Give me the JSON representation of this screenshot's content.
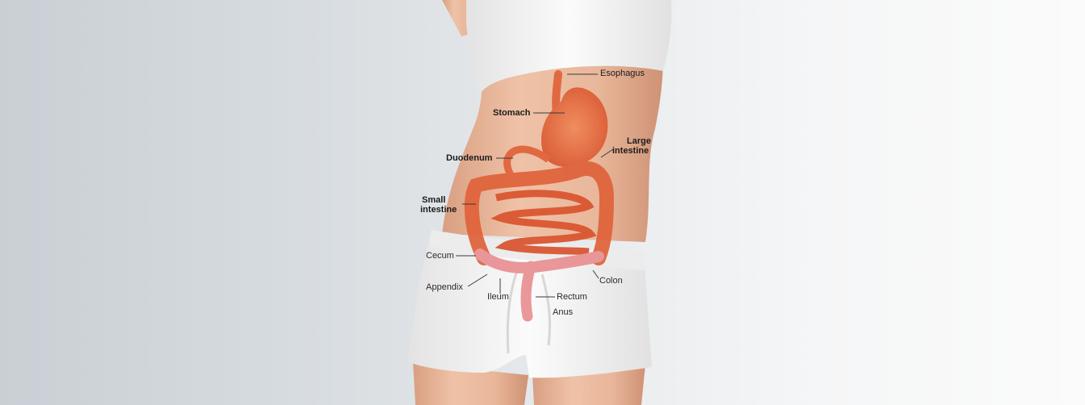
{
  "labels": {
    "esophagus": "Esophagus",
    "stomach": "Stomach",
    "large_intestine_line1": "Large",
    "large_intestine_line2": "intestine",
    "duodenum": "Duodenum",
    "small_intestine_line1": "Small",
    "small_intestine_line2": "intestine",
    "cecum": "Cecum",
    "appendix": "Appendix",
    "colon": "Colon",
    "ileum": "Ileum",
    "rectum": "Rectum",
    "anus": "Anus"
  },
  "colors": {
    "background_left": "#c9cfd4",
    "background_right": "#fbfbfb",
    "skin": "#e7b49a",
    "clothing": "#f4f3f3",
    "organ": "#e0623a",
    "organ_lower": "#e98f93",
    "leader_line": "#3a3a3a"
  }
}
